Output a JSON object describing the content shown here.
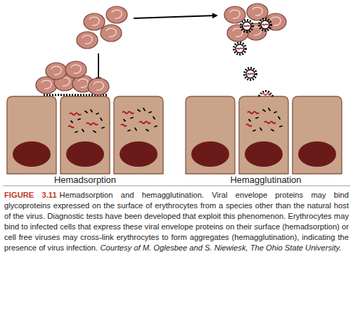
{
  "diagram": {
    "caption": "Hemadsorption and hemagglutination. Viral envelope proteins may bind glycoproteins expressed on the surface of erythrocytes from a species other than the natural host of the virus. Diagnostic tests have been developed that exploit this phenomenon. Erythrocytes may bind to infected cells that express these viral envelope proteins on their surface (hemadsorption) or cell free viruses may cross-link erythrocytes to form aggregates (hemagglutination), indicating the presence of virus infection.",
    "labels": [
      "Hemadsorption",
      "Hemagglutination",
      "FIGURE 3.11",
      "Courtesy of M. Oglesbee and S. Niewiesk, The Ohio State University."
    ]
  }
}
